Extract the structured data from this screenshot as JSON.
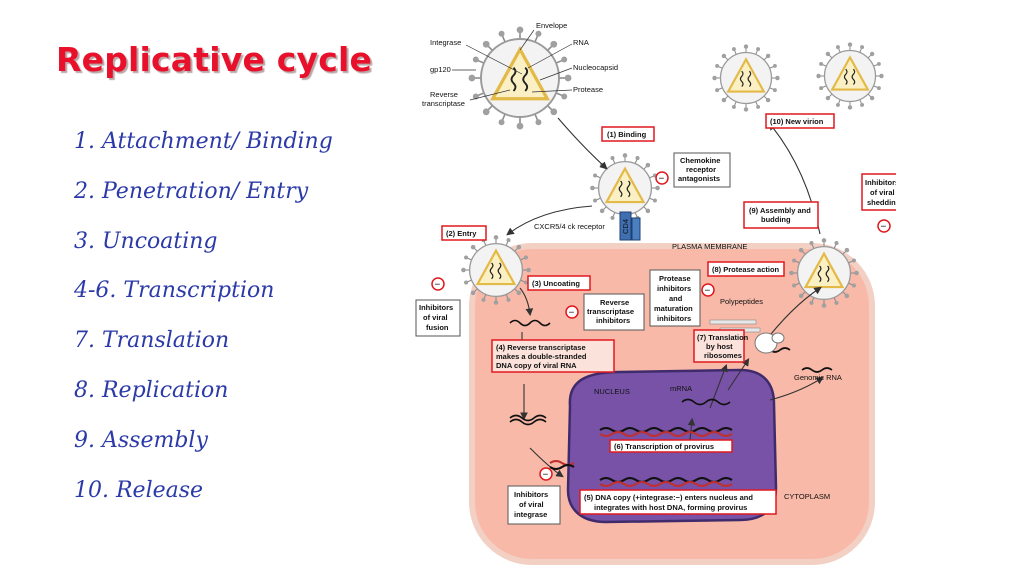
{
  "slide": {
    "title": "Replicative cycle",
    "steps": [
      "1.  Attachment/ Binding",
      "2.  Penetration/ Entry",
      "3.  Uncoating",
      "4-6.  Transcription",
      "7.  Translation",
      "8.  Replication",
      "9.  Assembly",
      "10.  Release"
    ]
  },
  "diagram": {
    "virion_labels": {
      "envelope": "Envelope",
      "integrase": "Integrase",
      "rna": "RNA",
      "gp120": "gp120",
      "nucleocapsid": "Nucleocapsid",
      "reverse1": "Reverse",
      "reverse2": "transcriptase",
      "protease": "Protease"
    },
    "steps": {
      "binding": "(1) Binding",
      "entry": "(2) Entry",
      "uncoating": "(3) Uncoating",
      "rt_1": "(4) Reverse transcriptase",
      "rt_2": "makes a double-stranded",
      "rt_3": "DNA copy of viral RNA",
      "integ_1": "(5) DNA copy (+integrase:−) enters nucleus and",
      "integ_2": "integrates with host DNA, forming provirus",
      "transcription": "(6) Transcription of provirus",
      "trans_1": "(7) Translation",
      "trans_2": "by host",
      "trans_3": "ribosomes",
      "protease_action": "(8) Protease action",
      "assembly_1": "(9) Assembly and",
      "assembly_2": "budding",
      "new_virion": "(10) New virion"
    },
    "inhibitors": {
      "chemokine_1": "Chemokine",
      "chemokine_2": "receptor",
      "chemokine_3": "antagonists",
      "fusion_1": "Inhibitors",
      "fusion_2": "of viral",
      "fusion_3": "fusion",
      "rti_1": "Reverse",
      "rti_2": "transcriptase",
      "rti_3": "inhibitors",
      "protease_1": "Protease",
      "protease_2": "inhibitors",
      "protease_3": "and",
      "protease_4": "maturation",
      "protease_5": "inhibitors",
      "integrase_1": "Inhibitors",
      "integrase_2": "of viral",
      "integrase_3": "integrase",
      "shedding_1": "Inhibitors",
      "shedding_2": "of viral",
      "shedding_3": "shedding"
    },
    "labels": {
      "receptor": "CXCR5/4 ck receptor",
      "cd4": "CD4",
      "plasma_membrane": "PLASMA MEMBRANE",
      "polypeptides": "Polypeptides",
      "genomic_rna": "Genomic RNA",
      "mrna": "mRNA",
      "nucleus": "NUCLEUS",
      "cytoplasm": "CYTOPLASM"
    },
    "minus_sign": "−"
  },
  "colors": {
    "title": "#e8102a",
    "steps_text": "#2b3aa8",
    "cell_fill": "#f9b9a8",
    "nucleus_fill": "#7752a6",
    "highlight": "#e0191e",
    "virion_capsid": "#f2d463"
  }
}
